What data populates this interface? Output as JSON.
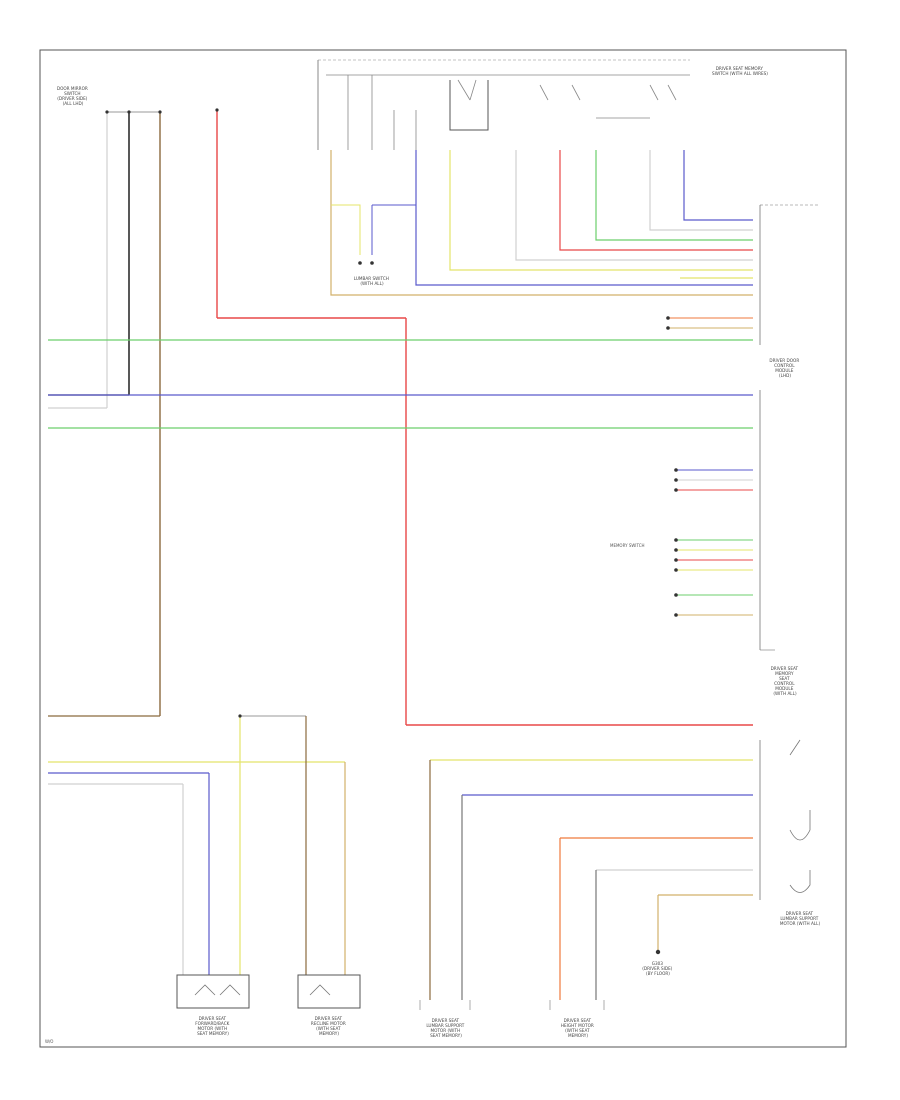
{
  "footer": {
    "page_label": "W/O"
  },
  "components": {
    "door_mirror_switch_top_left": [
      "DOOR MIRROR",
      "SWITCH",
      "(DRIVER SIDE)",
      "(ALL LHD)"
    ],
    "control_module": [
      "DRIVER DOOR",
      "CONTROL",
      "MODULE",
      "(LHD)"
    ],
    "seat_module_top": [
      "DRIVER SEAT MEMORY",
      "SWITCH (WITH ALL WIRES)"
    ],
    "lumbar_switch_label": [
      "LUMBAR SWITCH",
      "(WITH ALL)"
    ],
    "seat_control_module": [
      "DRIVER SEAT",
      "MEMORY",
      "SEAT",
      "CONTROL",
      "MODULE",
      "(WITH ALL)"
    ],
    "memory_switch_label": "MEMORY SWITCH",
    "lumbar_motor_label": [
      "DRIVER SEAT",
      "LUMBAR SUPPORT",
      "MOTOR (WITH ALL)"
    ],
    "ground_label": [
      "G303",
      "(DRIVER SIDE)",
      "(BY FLOOR)"
    ],
    "bottom_1": [
      "DRIVER SEAT",
      "FORWARD/BACK",
      "MOTOR (WITH",
      "SEAT MEMORY)"
    ],
    "bottom_2": [
      "DRIVER SEAT",
      "RECLINE MOTOR",
      "(WITH SEAT",
      "MEMORY)"
    ],
    "bottom_3": [
      "DRIVER SEAT",
      "LUMBAR SUPPORT",
      "MOTOR (WITH",
      "SEAT MEMORY)"
    ],
    "bottom_4": [
      "DRIVER SEAT",
      "HEIGHT MOTOR",
      "(WITH SEAT",
      "MEMORY)"
    ]
  },
  "wire_colors": {
    "white": "#d0d0d0",
    "black": "#111111",
    "brown": "#8b6a3e",
    "red": "#e84848",
    "green": "#6ccf6c",
    "blue": "#5a5acc",
    "yellow": "#e4e46a",
    "orange": "#ef7a3c",
    "tan": "#d2b06a",
    "gray": "#9a9a9a"
  }
}
